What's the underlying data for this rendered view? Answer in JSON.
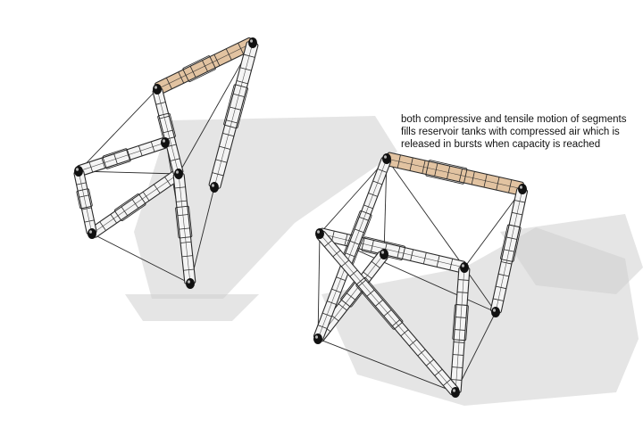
{
  "annotation": {
    "lines": [
      "both compressive and tensile motion of segments",
      "fills reservoir tanks with compressed air which is",
      "released in bursts when capacity is reached"
    ]
  },
  "colors": {
    "background": "#ffffff",
    "shadow": "#cfcfcf",
    "strut": "#2a2a2a",
    "strut_light": "#f4f4f4",
    "highlight_segment": "#e2c3a1",
    "joint": "#111111"
  }
}
